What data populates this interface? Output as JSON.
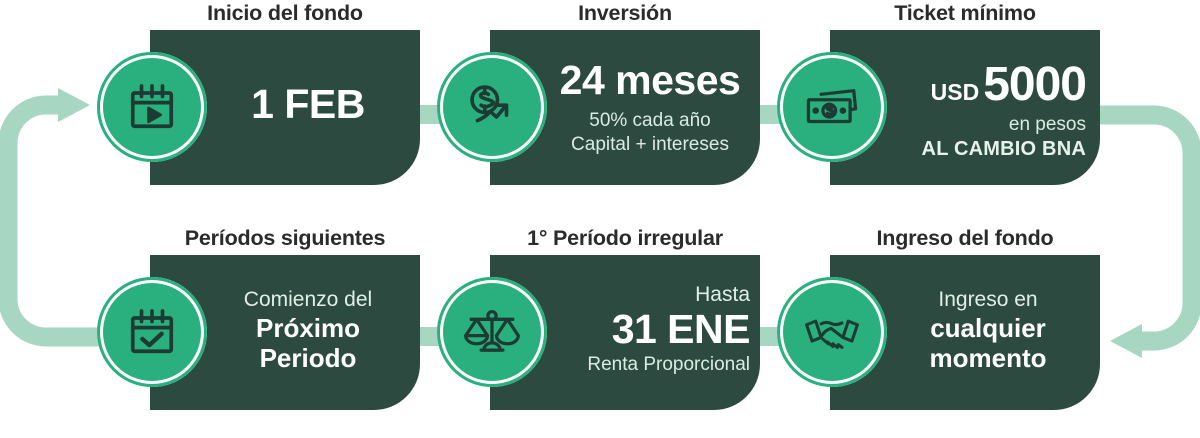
{
  "colors": {
    "card_dark": "#2c4a40",
    "badge_green": "#29b07e",
    "connector_light": "#a7d6c2",
    "title_text": "#2b2b2b",
    "body_text": "#ffffff",
    "subtle_text": "#dff0e8",
    "background": "#ffffff"
  },
  "cards": {
    "inicio": {
      "title": "Inicio del fondo",
      "icon": "calendar-play-icon",
      "primary": "1 FEB"
    },
    "inversion": {
      "title": "Inversión",
      "icon": "coin-growth-arrow-icon",
      "primary": "24 meses",
      "line2": "50% cada año",
      "line3": "Capital + intereses"
    },
    "ticket": {
      "title": "Ticket mínimo",
      "icon": "banknotes-icon",
      "currency": "USD",
      "amount": "5000",
      "line2": "en pesos",
      "line3": "AL CAMBIO BNA"
    },
    "periodos": {
      "title": "Períodos  siguientes",
      "icon": "calendar-check-icon",
      "line1": "Comienzo del",
      "line2": "Próximo",
      "line3": "Periodo"
    },
    "irregular": {
      "title": "1° Período irregular",
      "icon": "scales-balance-icon",
      "line1": "Hasta",
      "primary": "31 ENE",
      "line3": "Renta Proporcional"
    },
    "ingreso": {
      "title": "Ingreso del fondo",
      "icon": "handshake-icon",
      "line1": "Ingreso en",
      "line2": "cualquier",
      "line3": "momento"
    }
  },
  "connectors": {
    "left_loop": "loop-arrow-left-up",
    "right_loop": "loop-arrow-right-down",
    "top_bar_1": "connector-bar",
    "top_bar_2": "connector-bar",
    "bottom_bar_1": "connector-bar",
    "bottom_bar_2": "connector-bar"
  }
}
